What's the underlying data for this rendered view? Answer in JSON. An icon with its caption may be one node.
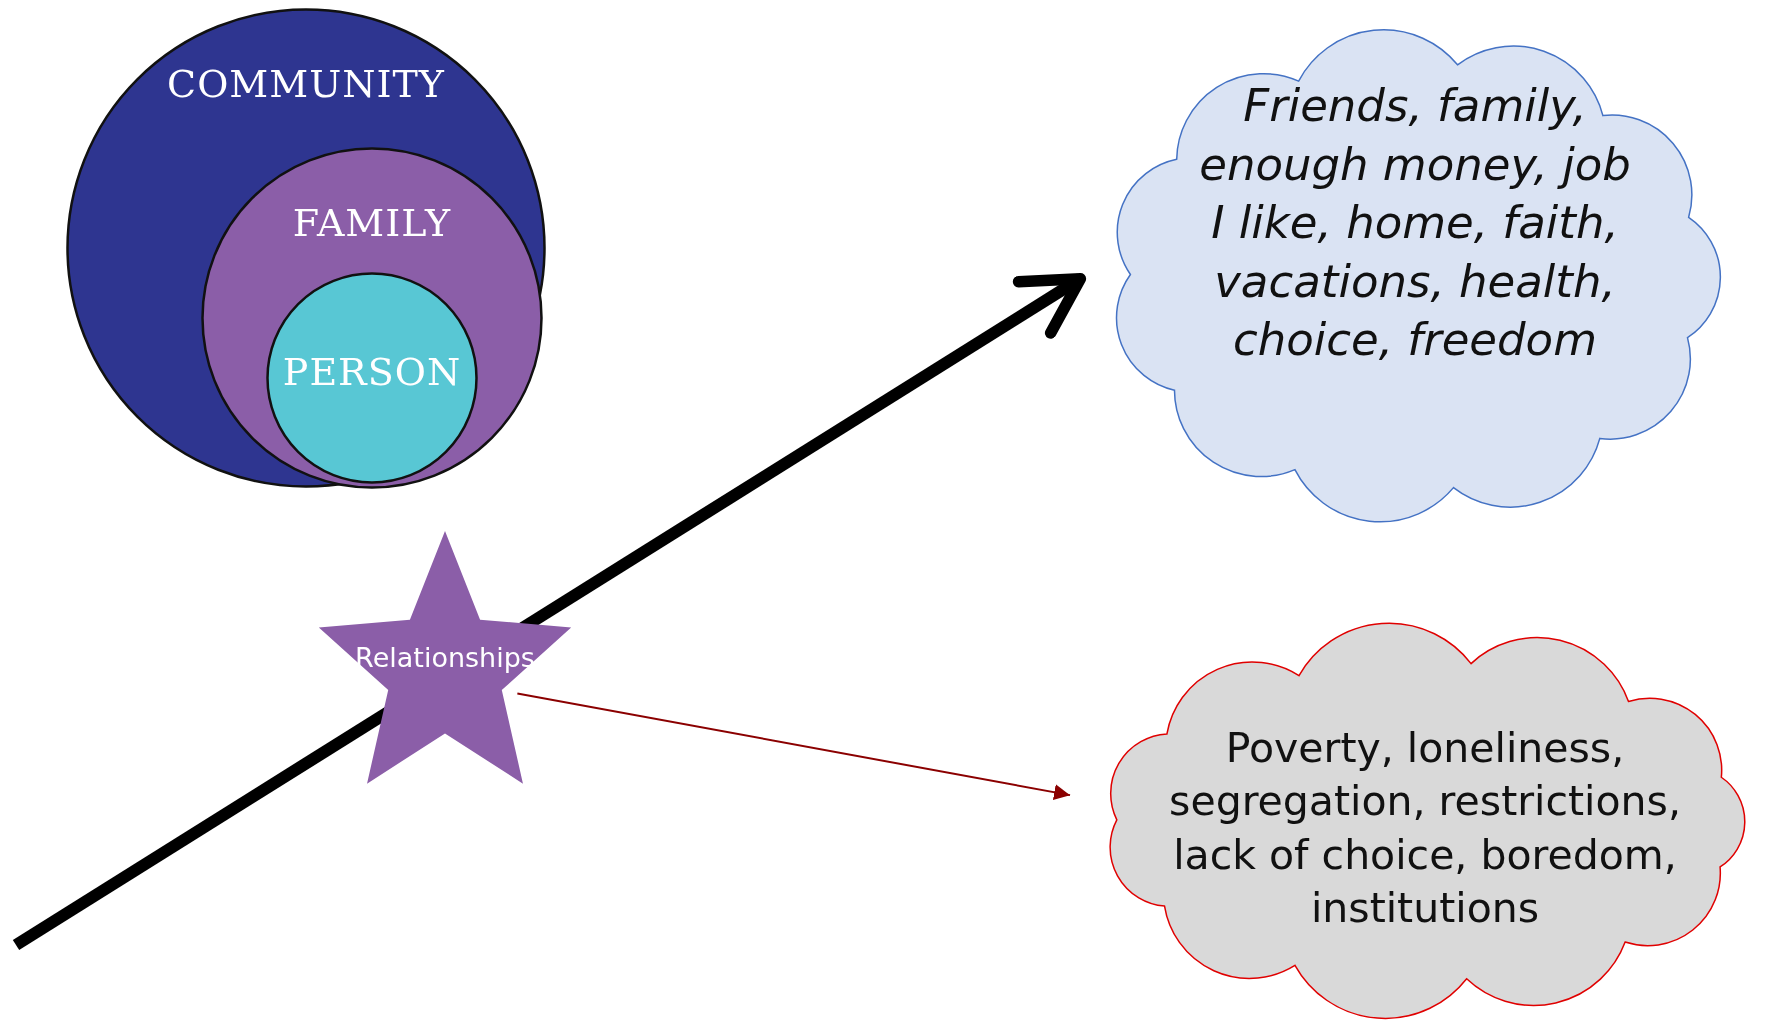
{
  "diagram": {
    "nodes": [
      {
        "text": [
          "COMMUNITY"
        ]
      },
      {
        "text": [
          "FAMILY"
        ],
        "in": 0
      },
      {
        "text": [
          "PERSON"
        ],
        "in": 1
      },
      {
        "text": [
          "Relationships"
        ]
      },
      {
        "text": [
          "Friends, family, enough money, job I like, home, faith, vacations, health, choice, freedom"
        ]
      },
      {
        "text": [
          "Poverty, loneliness, segregation, restrictions, lack of choice, boredom, institutions"
        ]
      }
    ],
    "edges": [
      {
        "from": null,
        "to": 4,
        "arrow": "to",
        "style": "thick"
      },
      {
        "from": 3,
        "to": 5,
        "arrow": "to",
        "color": "#8b0000"
      }
    ]
  }
}
